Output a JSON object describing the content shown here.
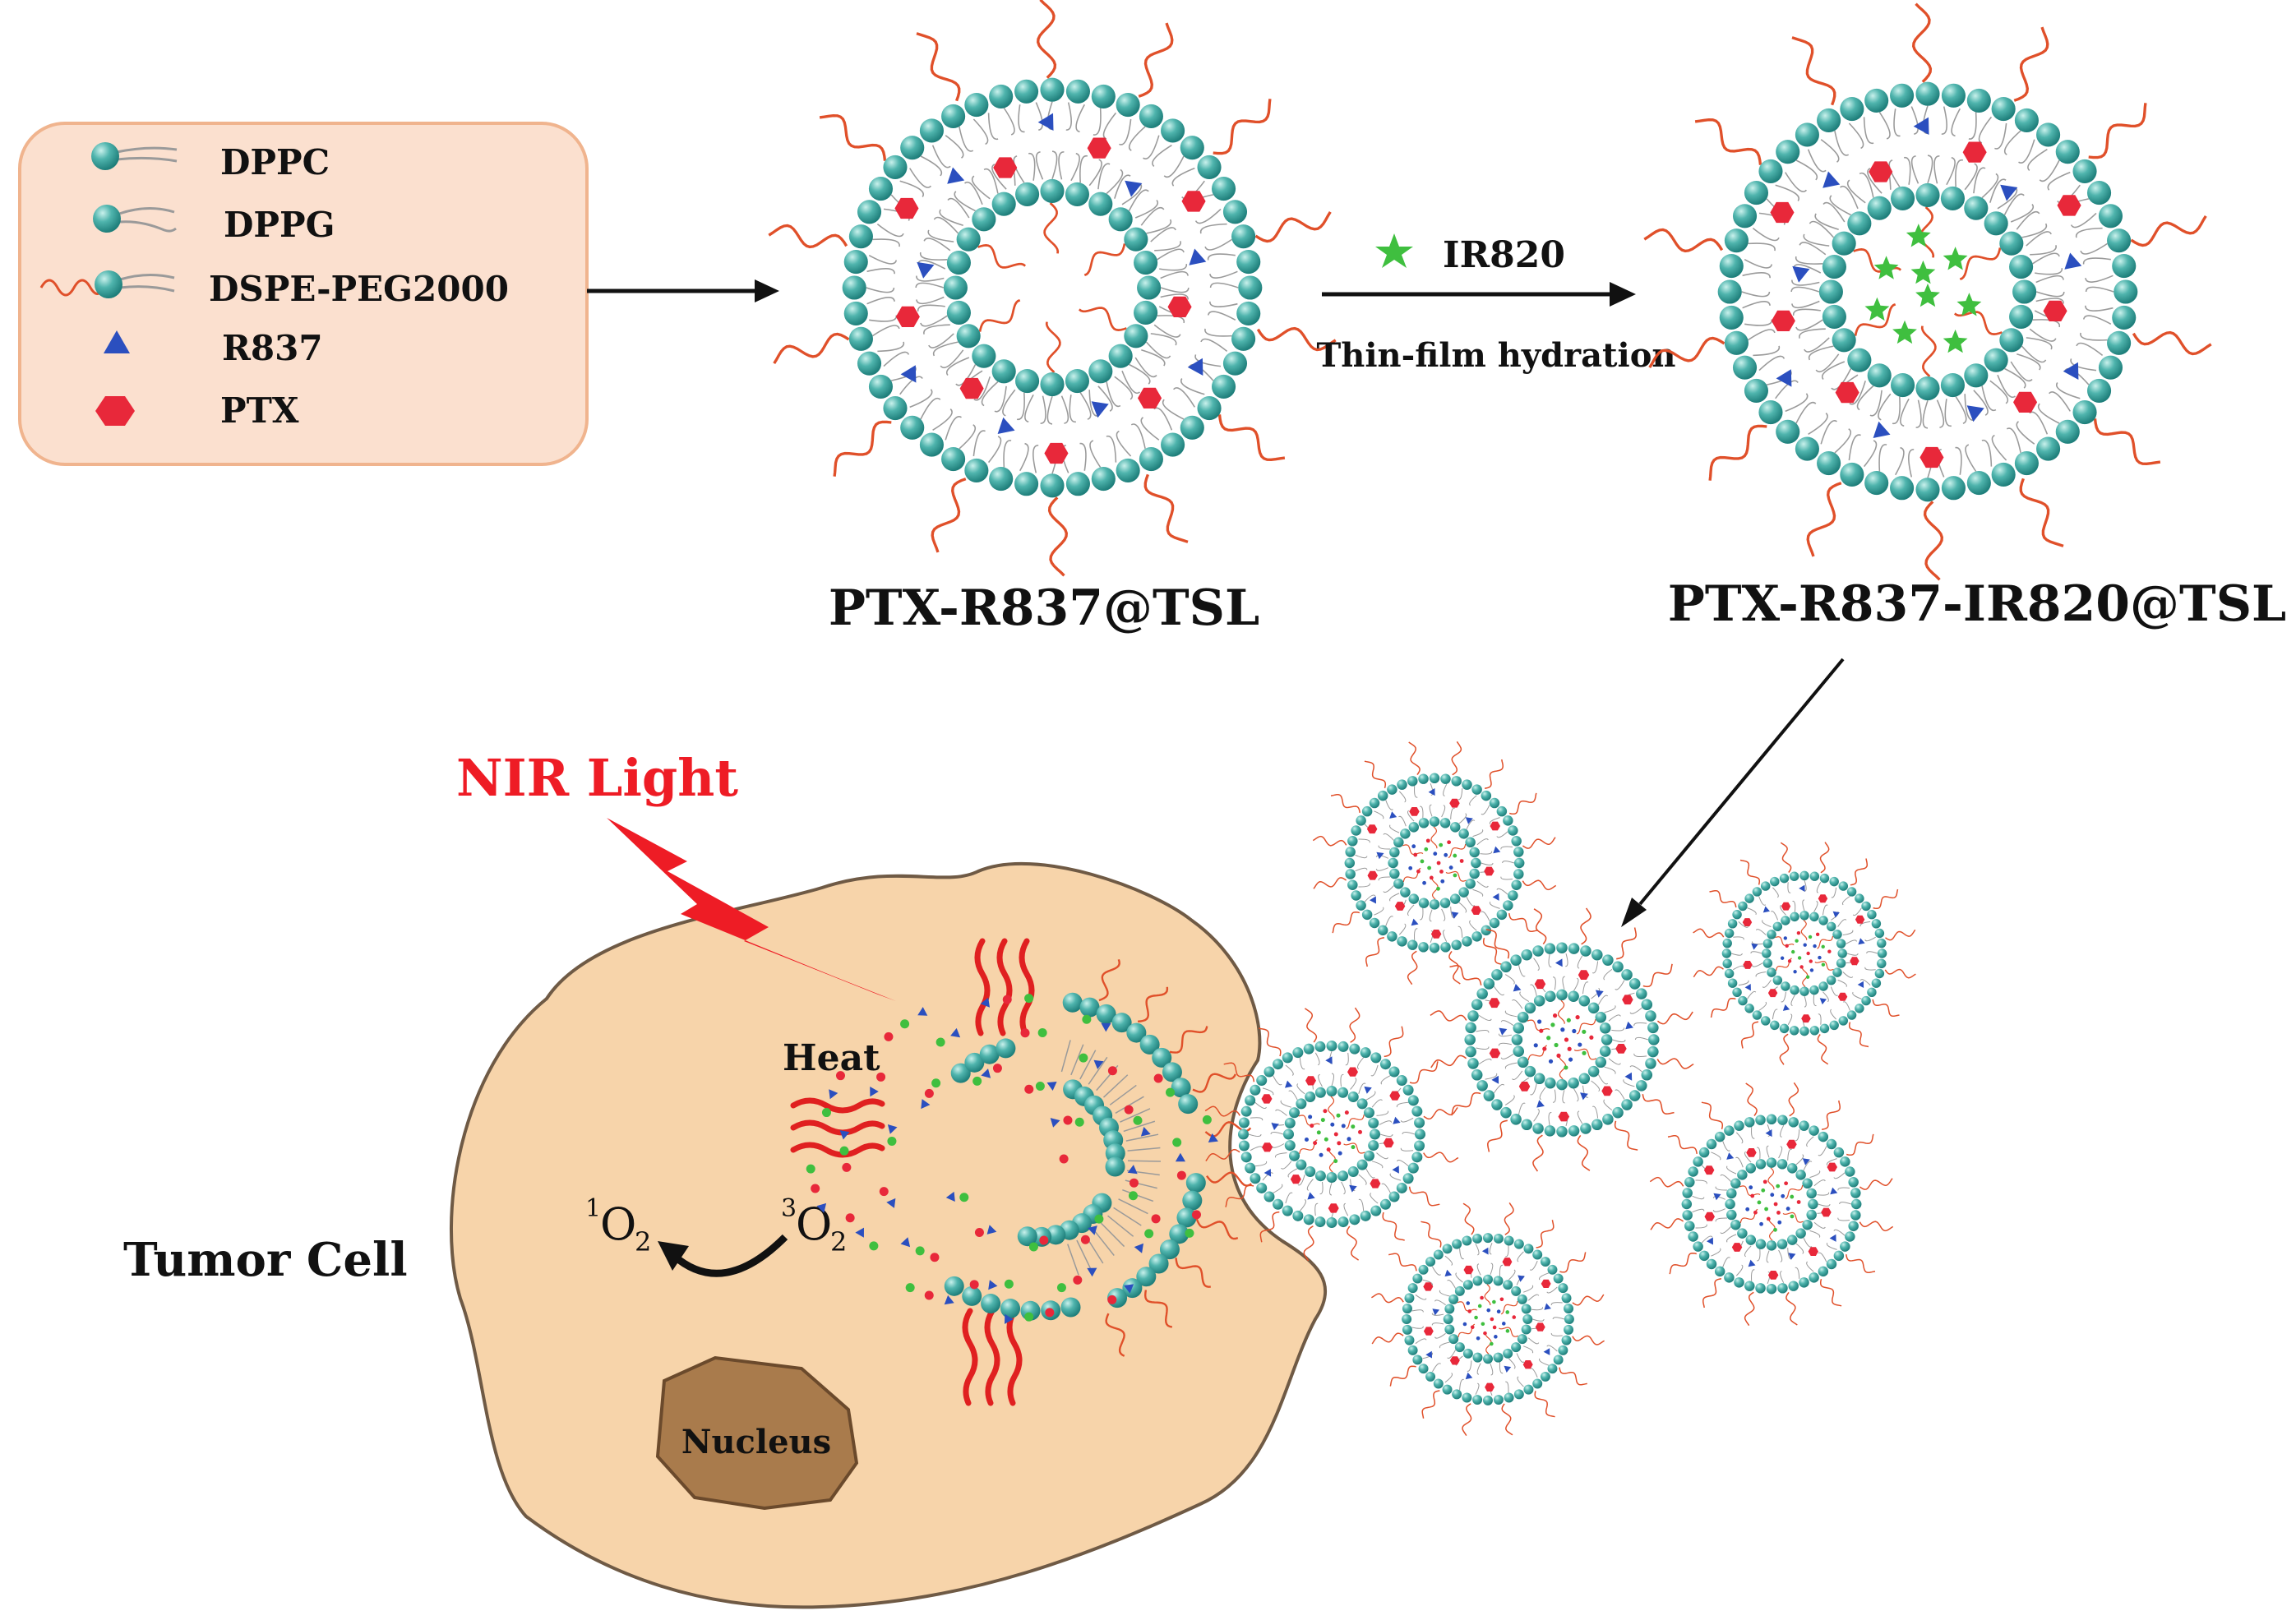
{
  "legend": {
    "items": [
      {
        "label": "DPPC",
        "icon": "dppc-lipid-icon"
      },
      {
        "label": "DPPG",
        "icon": "dppg-lipid-icon"
      },
      {
        "label": "DSPE-PEG2000",
        "icon": "dspe-peg-lipid-icon"
      },
      {
        "label": "R837",
        "icon": "triangle-icon"
      },
      {
        "label": "PTX",
        "icon": "hexagon-icon"
      }
    ]
  },
  "labels": {
    "liposome1": "PTX-R837@TSL",
    "liposome2": "PTX-R837-IR820@TSL",
    "step_drug": "IR820",
    "step_method": "Thin-film  hydration",
    "nir_light": "NIR Light",
    "heat": "Heat",
    "tumor_cell": "Tumor  Cell",
    "nucleus": "Nucleus",
    "singlet_oxygen": {
      "sup": "1",
      "base": "O",
      "sub": "2"
    },
    "triplet_oxygen": {
      "sup": "3",
      "base": "O",
      "sub": "2"
    }
  },
  "colors": {
    "teal_bead": "#2f9c98",
    "teal_light": "#8fd6cf",
    "ptx_red": "#e8283a",
    "r837_blue": "#2b4fbf",
    "ir820_green": "#3fbf3f",
    "peg_orange": "#e0502a",
    "legend_bg": "#fbe0cf",
    "legend_border": "#f0b48e",
    "cell_fill": "#f7d4aa",
    "cell_border": "#6f5a45",
    "nucleus_fill": "#a97b4c",
    "nir_red": "#ee1c25",
    "arrow": "#111111",
    "tail_grey": "#9a9a9a"
  }
}
